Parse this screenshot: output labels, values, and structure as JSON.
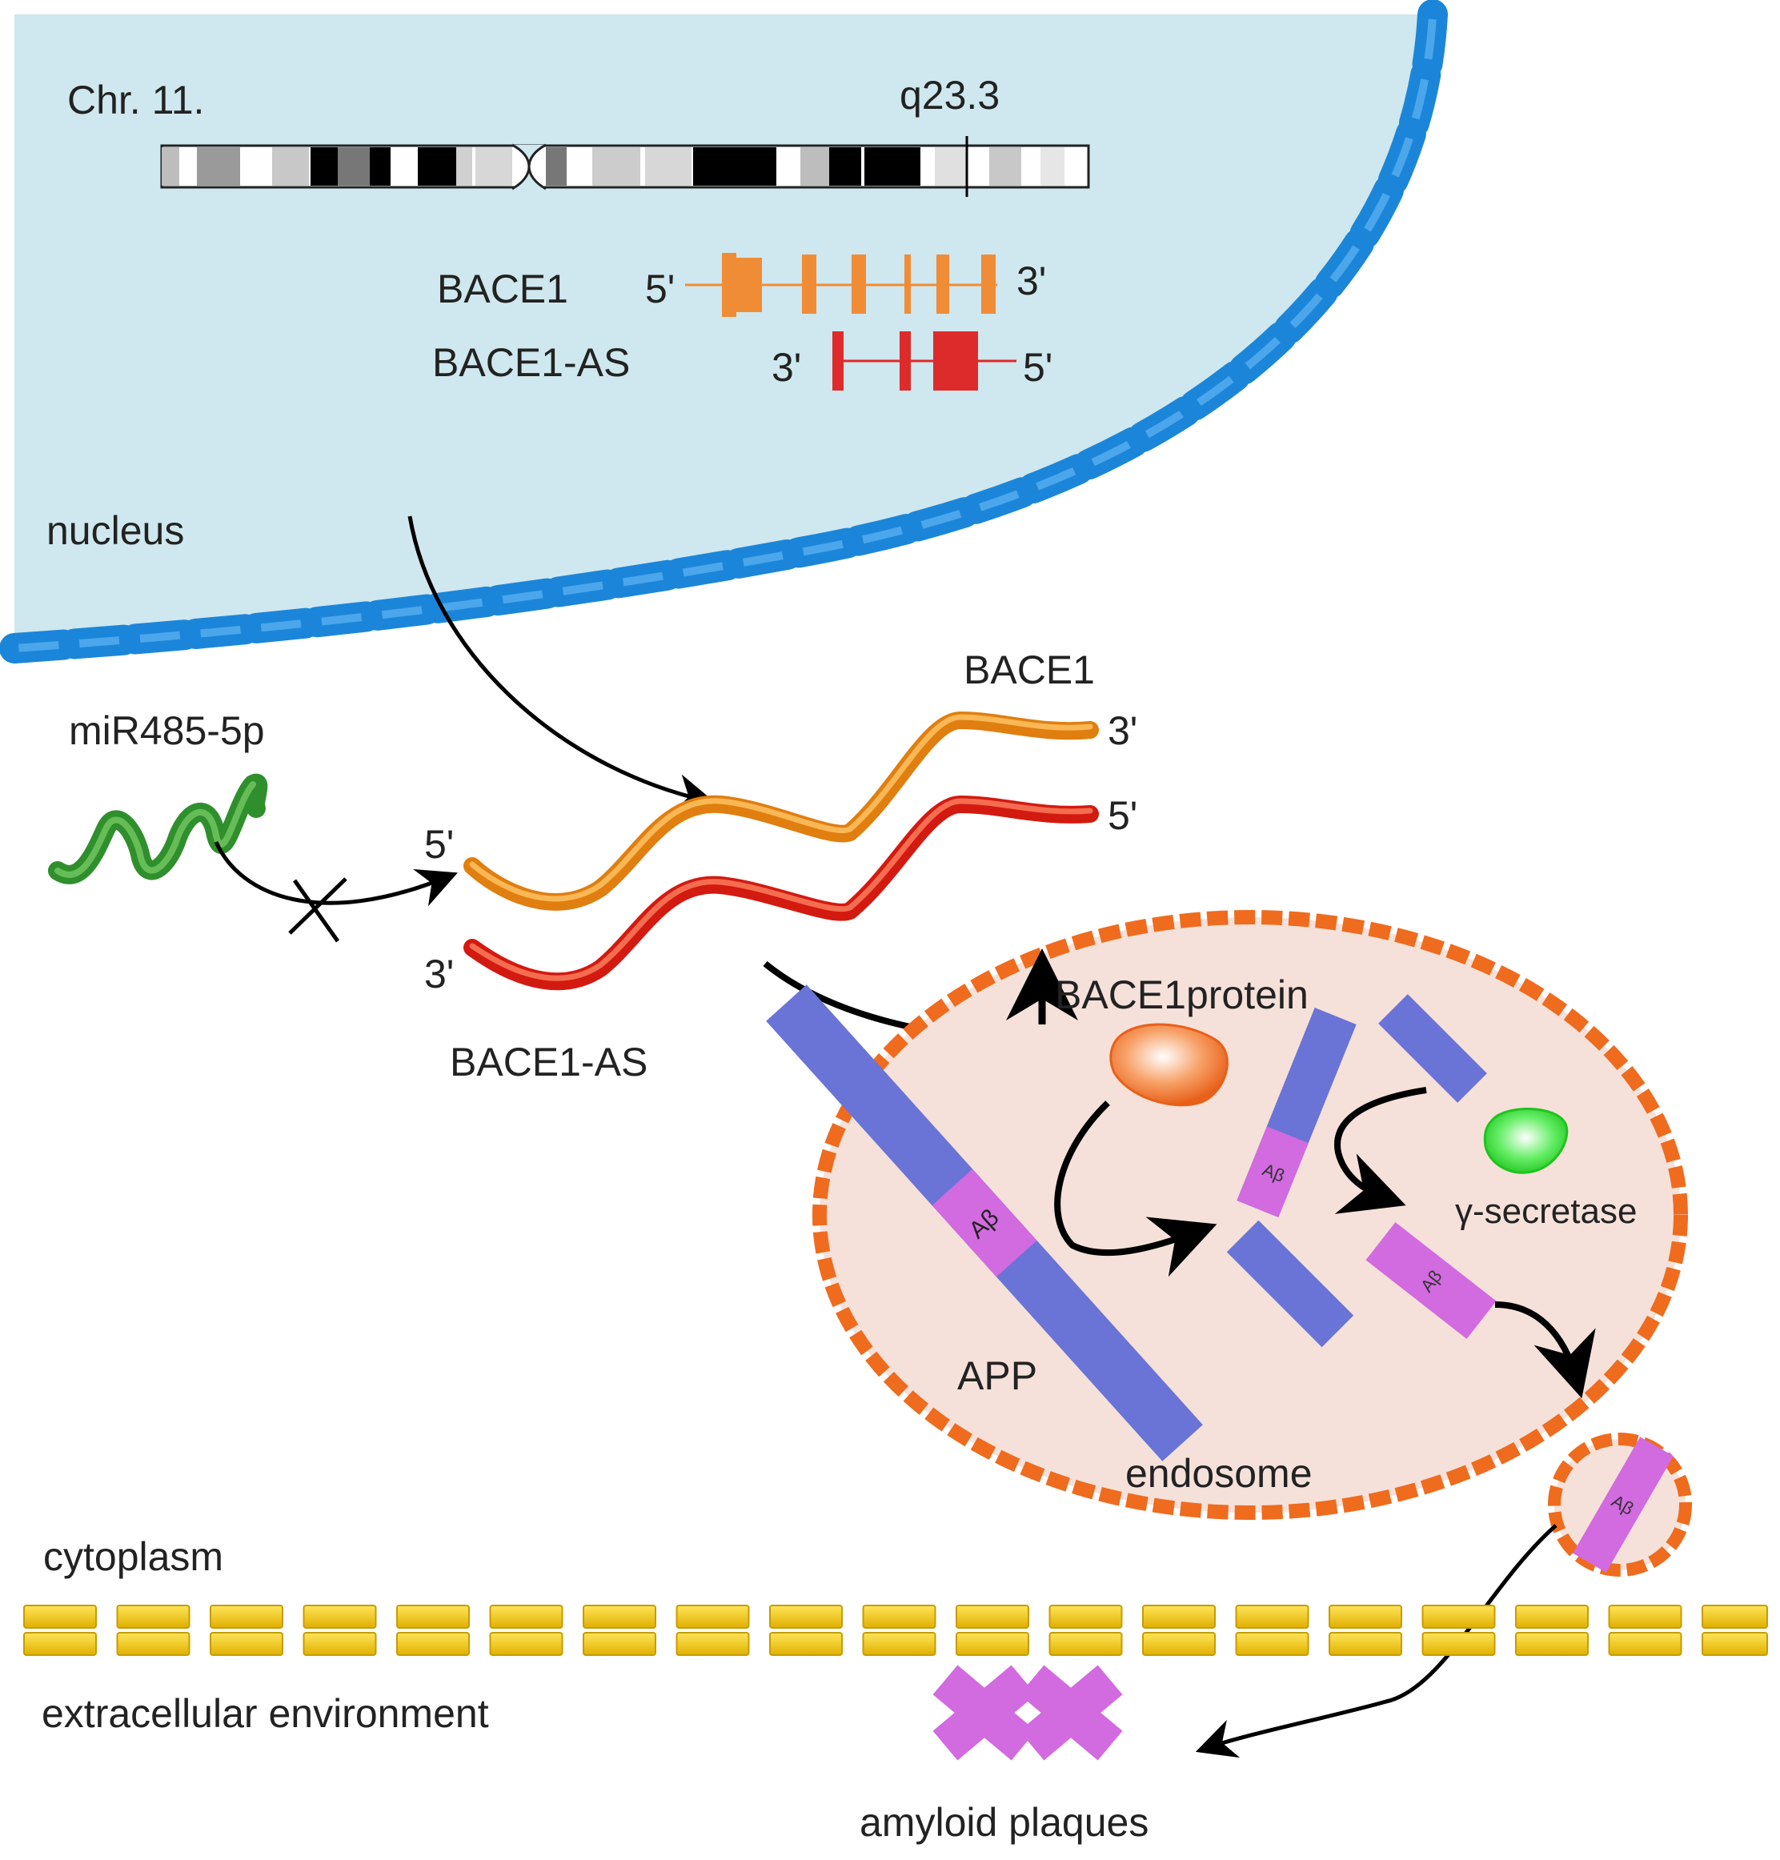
{
  "labels": {
    "chromosome": "Chr. 11.",
    "locus": "q23.3",
    "gene_bace1": "BACE1",
    "gene_bace1as": "BACE1-AS",
    "nucleus": "nucleus",
    "mirna": "miR485-5p",
    "rna_bace1": "BACE1",
    "rna_bace1as": "BACE1-AS",
    "bace1_protein": "BACE1protein",
    "gamma_secretase": "γ-secretase",
    "app": "APP",
    "endosome": "endosome",
    "cytoplasm": "cytoplasm",
    "extracellular": "extracellular environment",
    "amyloid_plaques": "amyloid plaques",
    "abeta": "Aβ"
  },
  "ends": {
    "five_prime": "5'",
    "three_prime": "3'"
  },
  "colors": {
    "nucleus_fill": "#cfe7ee",
    "nuclear_envelope": "#1b86d9",
    "bace1_gene": "#f08c36",
    "bace1as_gene": "#dd2b2b",
    "bace1_rna": "#f59a1f",
    "bace1as_rna": "#e8261a",
    "mirna": "#3aa838",
    "endosome_fill": "#f5e1d9",
    "endosome_membrane": "#ef6b1e",
    "app_fragment": "#6a74d6",
    "abeta": "#d26ae0",
    "gamma_secretase": "#33e033",
    "plasma_membrane": "#f5c800"
  }
}
